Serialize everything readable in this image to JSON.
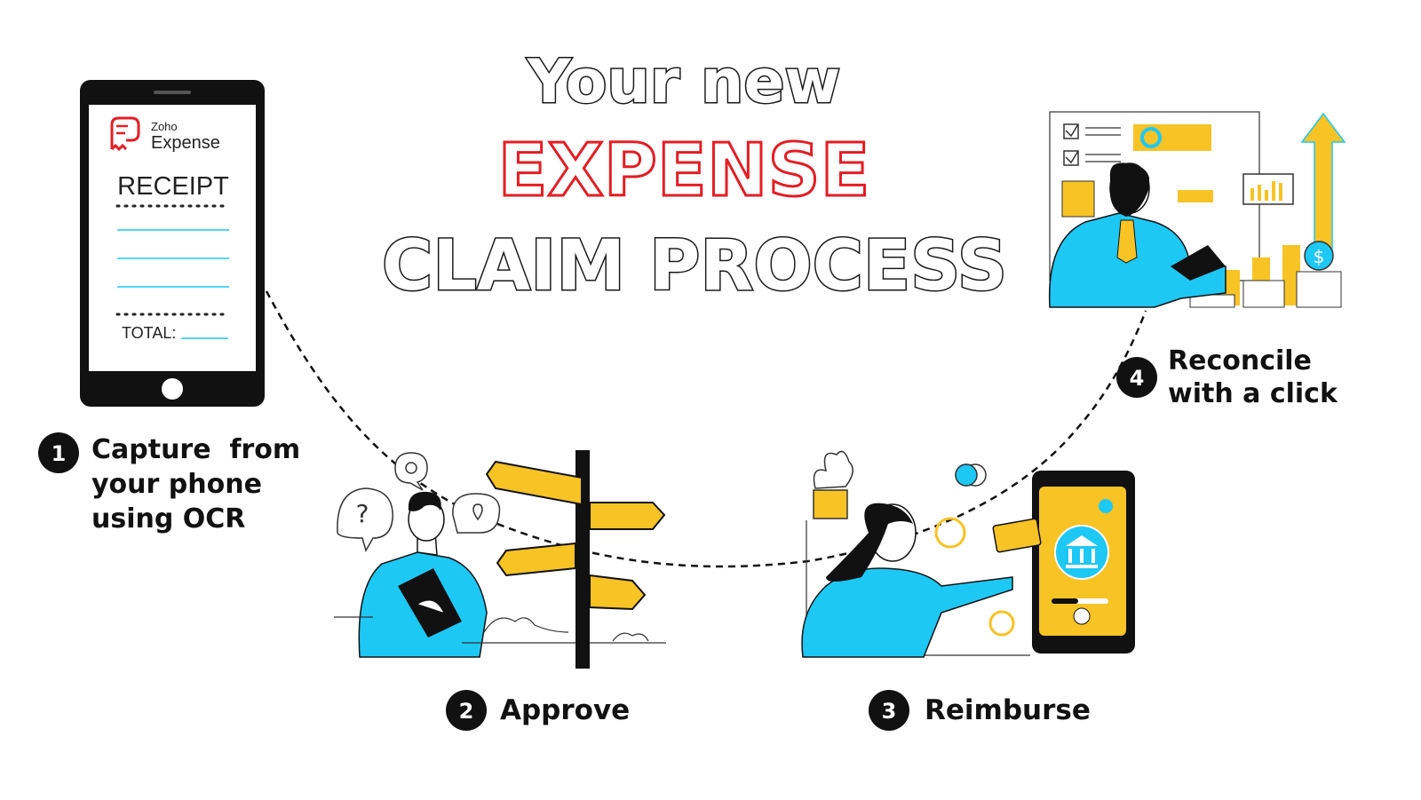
{
  "title": {
    "line1": "Your new",
    "line2": "EXPENSE",
    "line3": "CLAIM PROCESS"
  },
  "phone": {
    "brand_top": "Zoho",
    "brand_bottom": "Expense",
    "receipt_heading": "RECEIPT",
    "total_label": "TOTAL:"
  },
  "steps": [
    {
      "number": "1",
      "lines": [
        "Capture  from",
        "your phone",
        "using OCR"
      ]
    },
    {
      "number": "2",
      "lines": [
        "Approve"
      ]
    },
    {
      "number": "3",
      "lines": [
        "Reimburse"
      ]
    },
    {
      "number": "4",
      "lines": [
        "Reconcile",
        "with a click"
      ]
    }
  ],
  "colors": {
    "accent_blue": "#1ec8f5",
    "accent_yellow": "#f7c325",
    "brand_red": "#e31e24",
    "ink": "#111111"
  },
  "icons": [
    "receipt-logo-icon",
    "question-bubble-icon",
    "gear-bubble-icon",
    "location-bubble-icon",
    "signpost-icon",
    "bank-icon",
    "coin-icon",
    "growth-arrow-icon"
  ]
}
